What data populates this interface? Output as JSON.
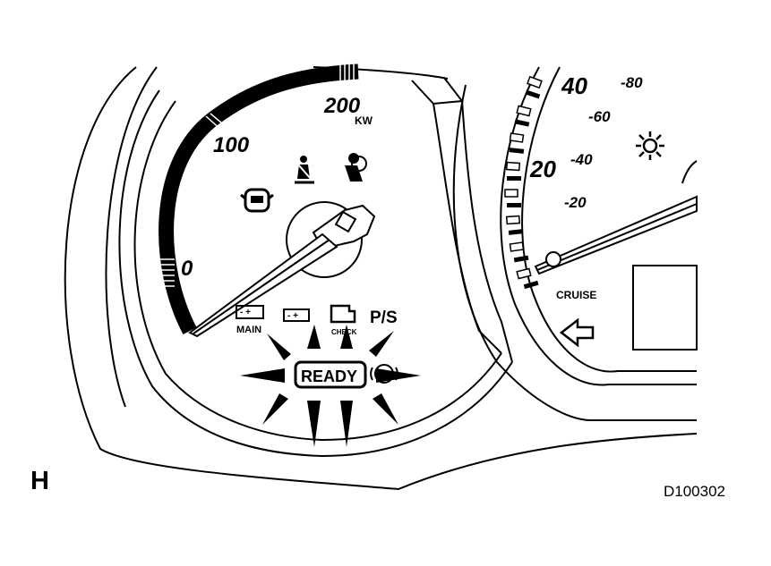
{
  "power_meter": {
    "scale": [
      "0",
      "100",
      "200"
    ],
    "unit": "KW"
  },
  "speedometer": {
    "mph_scale": [
      "20",
      "40"
    ],
    "kmh_scale": [
      "-20",
      "-40",
      "-60",
      "-80"
    ]
  },
  "indicators": {
    "main_battery_label": "MAIN",
    "check_engine_label": "CHECK",
    "power_steering_label": "P/S",
    "ready_label": "READY",
    "cruise_label": "CRUISE"
  },
  "figure": {
    "letter": "H",
    "code": "D100302"
  },
  "icons": [
    "door-ajar-icon",
    "seatbelt-reminder-icon",
    "airbag-icon",
    "main-battery-icon",
    "charging-battery-icon",
    "check-engine-icon",
    "brake-warning-icon",
    "headlight-high-beam-icon",
    "left-turn-arrow-icon"
  ]
}
